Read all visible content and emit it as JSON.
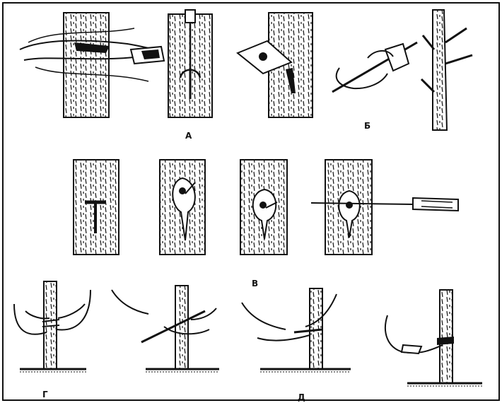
{
  "figure": {
    "labels": {
      "a": "А",
      "b": "Б",
      "v": "В",
      "g": "Г",
      "d": "Д"
    },
    "colors": {
      "ink": "#111111",
      "paper": "#ffffff"
    }
  }
}
